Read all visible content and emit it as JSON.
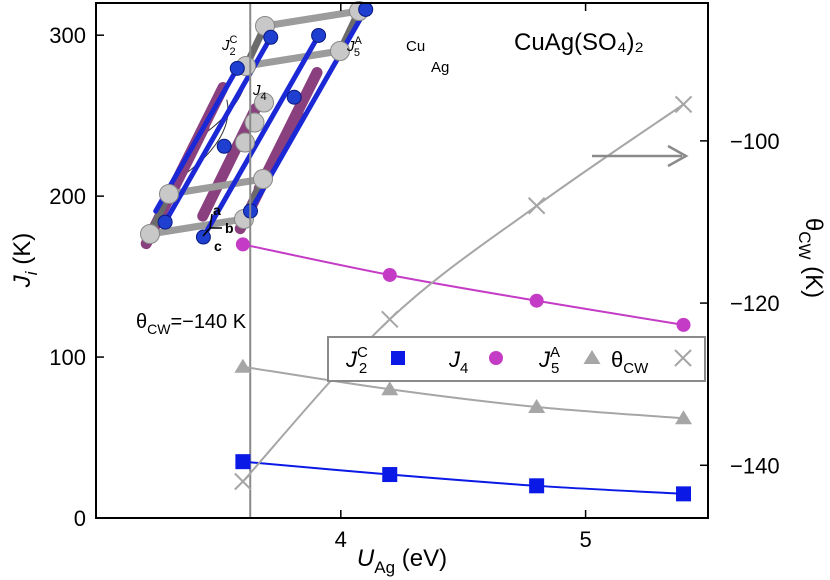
{
  "chart_data": {
    "type": "line",
    "title": "CuAg(SO₄)₂",
    "x": [
      3.6,
      4.2,
      4.8,
      5.4
    ],
    "xlim": [
      3.0,
      5.5
    ],
    "xticks": [
      4,
      5
    ],
    "xlabel": {
      "symbol": "U",
      "sub": "Ag",
      "unit": " (eV)"
    },
    "ylim_left": [
      0,
      320
    ],
    "yticks_left": [
      0,
      100,
      200,
      300
    ],
    "ylabel_left": {
      "symbol": "J",
      "sub": "i",
      "unit": " (K)"
    },
    "ylim_right": [
      -146.5,
      -83
    ],
    "yticks_right": [
      -140,
      -120,
      -100
    ],
    "yticks_right_labels": [
      "−140",
      "−120",
      "−100"
    ],
    "ylabel_right": {
      "symbol": "θ",
      "sub": "CW",
      "unit": " (K)"
    },
    "series": [
      {
        "name": "J2C",
        "label": {
          "main": "J",
          "sub": "2",
          "sup": "C"
        },
        "axis": "left",
        "marker": "square",
        "color": "#0a19e6",
        "values": [
          35,
          27,
          20,
          15
        ]
      },
      {
        "name": "J4",
        "label": {
          "main": "J",
          "sub": "4",
          "sup": ""
        },
        "axis": "left",
        "marker": "circle",
        "color": "#c43cc6",
        "values": [
          170,
          151,
          135,
          120
        ]
      },
      {
        "name": "J5A",
        "label": {
          "main": "J",
          "sub": "5",
          "sup": "A"
        },
        "axis": "left",
        "marker": "triangle",
        "color": "#a6a6a6",
        "values": [
          94,
          80,
          69,
          62
        ]
      },
      {
        "name": "θCW",
        "label": {
          "main": "θ",
          "sub": "CW",
          "sup": ""
        },
        "axis": "right",
        "marker": "cross",
        "color": "#a6a6a6",
        "values": [
          -142,
          -122,
          -108,
          -95.5
        ]
      }
    ],
    "vline": {
      "x": 3.63,
      "label": "θCW=−140 K",
      "label_main": "θ",
      "label_sub": "CW",
      "label_rest": "=−140 K"
    },
    "arrow": {
      "direction": "right",
      "meaning": "θCW on right axis"
    },
    "legend": {
      "placement": "center-right"
    },
    "grid": false,
    "inset": {
      "description": "crystal structure inset",
      "labels": [
        "J2C",
        "J5A",
        "Cu",
        "J4",
        "Ag",
        "a",
        "b",
        "c"
      ],
      "label_J2C": {
        "main": "J",
        "sub": "2",
        "sup": "C"
      },
      "label_J5A": {
        "main": "J",
        "sub": "5",
        "sup": "A"
      },
      "label_J4": {
        "main": "J",
        "sub": "4",
        "sup": ""
      },
      "label_Cu": "Cu",
      "label_Ag": "Ag",
      "axis_a": "a",
      "axis_b": "b",
      "axis_c": "c",
      "colors": {
        "cu_atom": "#1f3fd0",
        "ag_atom": "#c8c8c8",
        "j4_bond": "#8a3f7f",
        "j2_bond": "#1b28d6",
        "ag_bond": "#9c9c9c"
      }
    }
  }
}
